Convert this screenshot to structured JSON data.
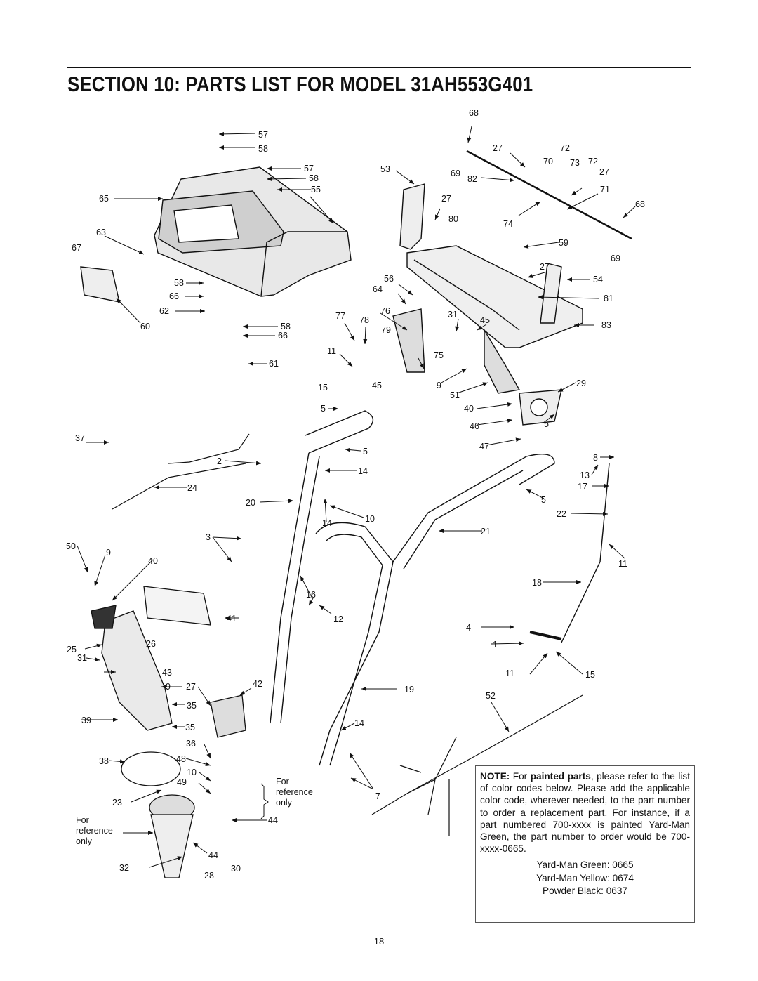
{
  "section_title": "SECTION 10:  PARTS LIST FOR MODEL 31AH553G401",
  "callouts": [
    {
      "id": "c57a",
      "text": "57"
    },
    {
      "id": "c58a",
      "text": "58"
    },
    {
      "id": "c57b",
      "text": "57"
    },
    {
      "id": "c58b",
      "text": "58"
    },
    {
      "id": "c55",
      "text": "55"
    },
    {
      "id": "c65",
      "text": "65"
    },
    {
      "id": "c63",
      "text": "63"
    },
    {
      "id": "c67",
      "text": "67"
    },
    {
      "id": "c58c",
      "text": "58"
    },
    {
      "id": "c66a",
      "text": "66"
    },
    {
      "id": "c62",
      "text": "62"
    },
    {
      "id": "c60",
      "text": "60"
    },
    {
      "id": "c58d",
      "text": "58"
    },
    {
      "id": "c66b",
      "text": "66"
    },
    {
      "id": "c61",
      "text": "61"
    },
    {
      "id": "c68a",
      "text": "68"
    },
    {
      "id": "c27a",
      "text": "27"
    },
    {
      "id": "c72a",
      "text": "72"
    },
    {
      "id": "c70",
      "text": "70"
    },
    {
      "id": "c73",
      "text": "73"
    },
    {
      "id": "c72b",
      "text": "72"
    },
    {
      "id": "c53",
      "text": "53"
    },
    {
      "id": "c69a",
      "text": "69"
    },
    {
      "id": "c82",
      "text": "82"
    },
    {
      "id": "c27b",
      "text": "27"
    },
    {
      "id": "c71",
      "text": "71"
    },
    {
      "id": "c27c",
      "text": "27"
    },
    {
      "id": "c68b",
      "text": "68"
    },
    {
      "id": "c80",
      "text": "80"
    },
    {
      "id": "c74",
      "text": "74"
    },
    {
      "id": "c59",
      "text": "59"
    },
    {
      "id": "c69b",
      "text": "69"
    },
    {
      "id": "c27d",
      "text": "27"
    },
    {
      "id": "c56",
      "text": "56"
    },
    {
      "id": "c54",
      "text": "54"
    },
    {
      "id": "c64",
      "text": "64"
    },
    {
      "id": "c81",
      "text": "81"
    },
    {
      "id": "c77",
      "text": "77"
    },
    {
      "id": "c78",
      "text": "78"
    },
    {
      "id": "c76",
      "text": "76"
    },
    {
      "id": "c31a",
      "text": "31"
    },
    {
      "id": "c45a",
      "text": "45"
    },
    {
      "id": "c83",
      "text": "83"
    },
    {
      "id": "c79",
      "text": "79"
    },
    {
      "id": "c11a",
      "text": "11"
    },
    {
      "id": "c75",
      "text": "75"
    },
    {
      "id": "c15a",
      "text": "15"
    },
    {
      "id": "c45b",
      "text": "45"
    },
    {
      "id": "c9a",
      "text": "9"
    },
    {
      "id": "c29",
      "text": "29"
    },
    {
      "id": "c51",
      "text": "51"
    },
    {
      "id": "c5a",
      "text": "5"
    },
    {
      "id": "c40a",
      "text": "40"
    },
    {
      "id": "c5b",
      "text": "5"
    },
    {
      "id": "c46",
      "text": "46"
    },
    {
      "id": "c37",
      "text": "37"
    },
    {
      "id": "c47",
      "text": "47"
    },
    {
      "id": "c5c",
      "text": "5"
    },
    {
      "id": "c8",
      "text": "8"
    },
    {
      "id": "c2",
      "text": "2"
    },
    {
      "id": "c14a",
      "text": "14"
    },
    {
      "id": "c13",
      "text": "13"
    },
    {
      "id": "c24",
      "text": "24"
    },
    {
      "id": "c17",
      "text": "17"
    },
    {
      "id": "c5d",
      "text": "5"
    },
    {
      "id": "c20",
      "text": "20"
    },
    {
      "id": "c22",
      "text": "22"
    },
    {
      "id": "c14b",
      "text": "14"
    },
    {
      "id": "c10a",
      "text": "10"
    },
    {
      "id": "c21",
      "text": "21"
    },
    {
      "id": "c3",
      "text": "3"
    },
    {
      "id": "c50",
      "text": "50"
    },
    {
      "id": "c9b",
      "text": "9"
    },
    {
      "id": "c40b",
      "text": "40"
    },
    {
      "id": "c11b",
      "text": "11"
    },
    {
      "id": "c18",
      "text": "18"
    },
    {
      "id": "c16",
      "text": "16"
    },
    {
      "id": "c41",
      "text": "41"
    },
    {
      "id": "c12",
      "text": "12"
    },
    {
      "id": "c4",
      "text": "4"
    },
    {
      "id": "c25",
      "text": "25"
    },
    {
      "id": "c26",
      "text": "26"
    },
    {
      "id": "c1",
      "text": "1"
    },
    {
      "id": "c31b",
      "text": "31"
    },
    {
      "id": "c43",
      "text": "43"
    },
    {
      "id": "c11c",
      "text": "11"
    },
    {
      "id": "c15b",
      "text": "15"
    },
    {
      "id": "c9c",
      "text": "9"
    },
    {
      "id": "c27e",
      "text": "27"
    },
    {
      "id": "c42",
      "text": "42"
    },
    {
      "id": "c19",
      "text": "19"
    },
    {
      "id": "c52",
      "text": "52"
    },
    {
      "id": "c35a",
      "text": "35"
    },
    {
      "id": "c39",
      "text": "39"
    },
    {
      "id": "c35b",
      "text": "35"
    },
    {
      "id": "c14c",
      "text": "14"
    },
    {
      "id": "c36",
      "text": "36"
    },
    {
      "id": "c38",
      "text": "38"
    },
    {
      "id": "c48",
      "text": "48"
    },
    {
      "id": "c10b",
      "text": "10"
    },
    {
      "id": "c49",
      "text": "49"
    },
    {
      "id": "c7",
      "text": "7"
    },
    {
      "id": "c23",
      "text": "23"
    },
    {
      "id": "c44a",
      "text": "44"
    },
    {
      "id": "c44b",
      "text": "44"
    },
    {
      "id": "c32",
      "text": "32"
    },
    {
      "id": "c30",
      "text": "30"
    },
    {
      "id": "c28",
      "text": "28"
    }
  ],
  "reference_labels": {
    "right_line1": "For",
    "right_line2": "reference",
    "right_line3": "only",
    "left_line1": "For",
    "left_line2": "reference",
    "left_line3": "only"
  },
  "note": {
    "lead": "NOTE:",
    "text1": " For ",
    "bold_phrase": "painted parts",
    "text2": ", please refer to the list of color codes below.  Please add the applicable color code, wherever needed, to the part number to order a replacement part.  For instance, if a part numbered 700-xxxx is painted Yard-Man Green, the part number to order would be 700-xxxx-0665.",
    "codes": [
      "Yard-Man Green: 0665",
      "Yard-Man Yellow: 0674",
      "Powder Black: 0637"
    ]
  },
  "page_number": "18"
}
